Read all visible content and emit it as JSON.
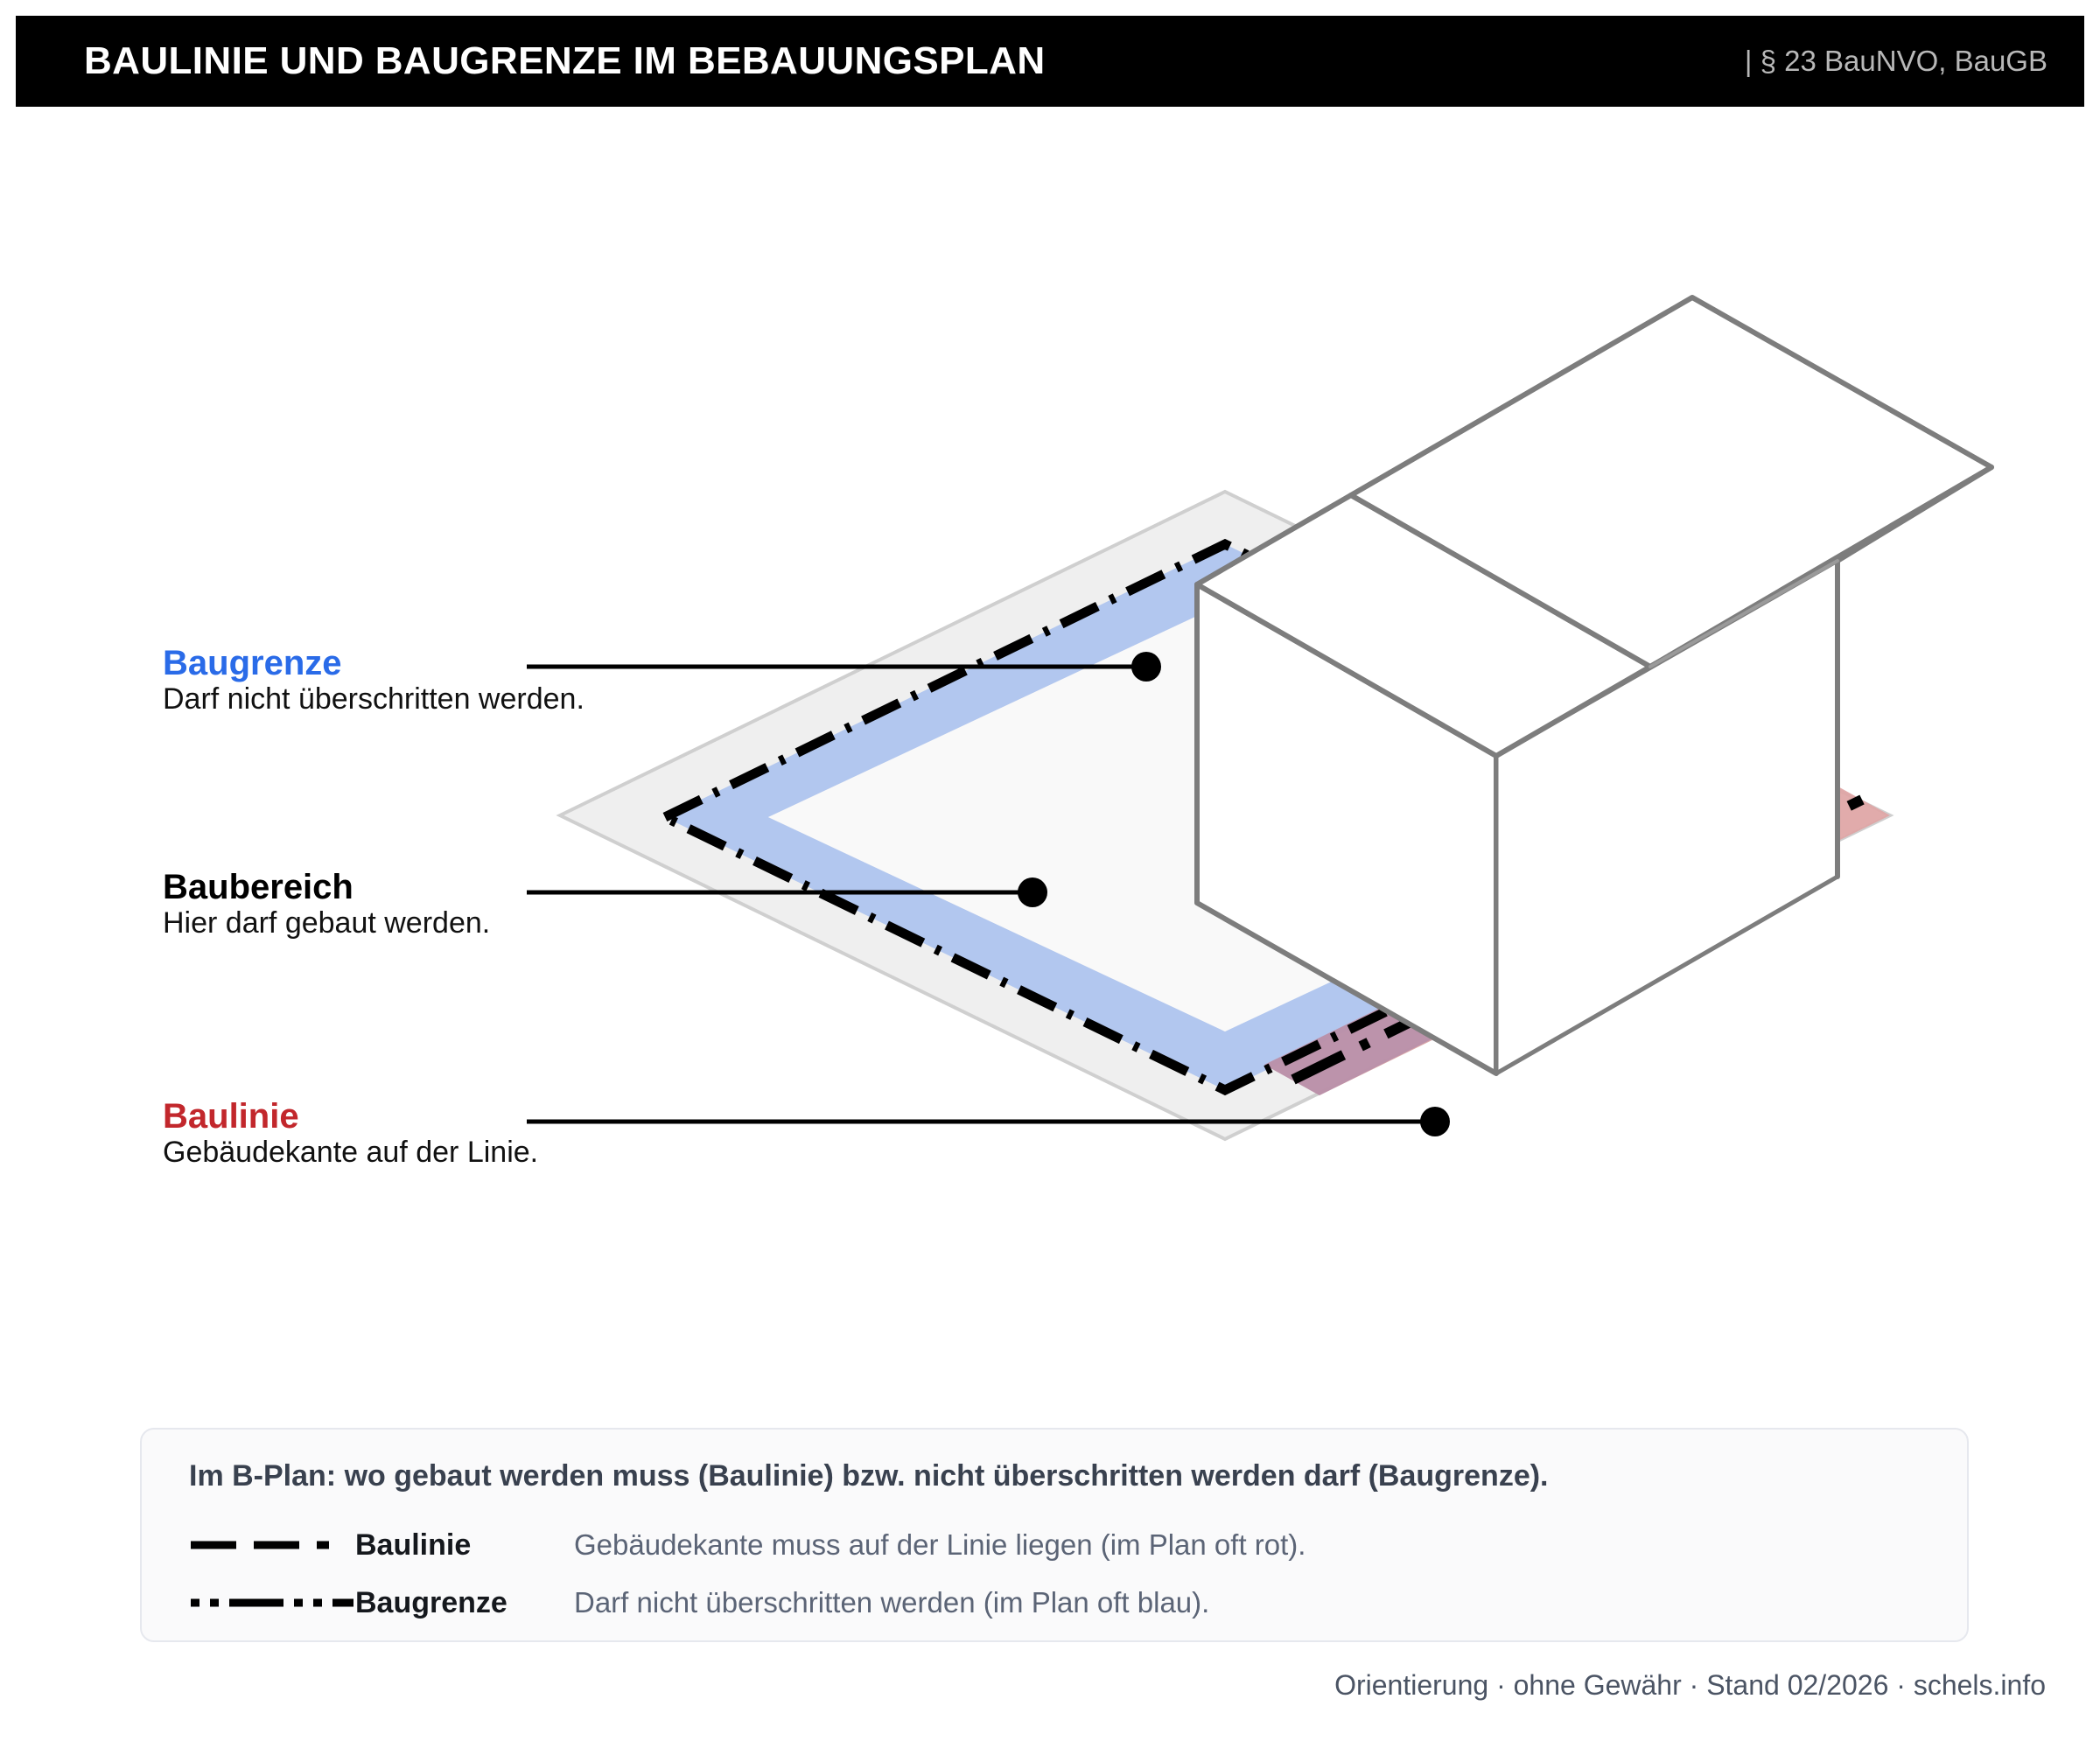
{
  "header": {
    "title": "BAULINIE UND BAUGRENZE IM BEBAUUNGSPLAN",
    "reference": "| § 23 BauNVO, BauGB"
  },
  "colors": {
    "accent_blue": "#2A6BE8",
    "accent_red": "#C2272C",
    "band_blue": "#AEC4EE",
    "band_red": "#DFA5A5",
    "band_overlap": "#A285AC",
    "plot_gray": "#EFEFEF",
    "buildable_gray": "#F9F9F9",
    "house_stroke": "#7D7D7D",
    "header_bg": "#000000"
  },
  "callouts": [
    {
      "key": "baugrenze",
      "title": "Baugrenze",
      "subtitle": "Darf nicht überschritten werden.",
      "color": "#2A6BE8"
    },
    {
      "key": "baubereich",
      "title": "Baubereich",
      "subtitle": "Hier darf gebaut werden.",
      "color": "#000000"
    },
    {
      "key": "baulinie",
      "title": "Baulinie",
      "subtitle": "Gebäudekante auf der Linie.",
      "color": "#C2272C"
    }
  ],
  "diagram": {
    "description": "Isometrische Darstellung eines Grundstücks mit Baubereich, umlaufender Baugrenze (blaues Band) und einer Baulinie (rotes Band) an der vorderen Grundstücksseite; das Haus steht mit seiner Gebäudekante auf der Baulinie.",
    "elements": [
      "plot-parcel",
      "baugrenze-band",
      "baulinie-band",
      "buildable-area",
      "house"
    ]
  },
  "legend": {
    "headline": "Im B-Plan: wo gebaut werden muss (Baulinie) bzw. nicht überschritten werden darf (Baugrenze).",
    "rows": [
      {
        "pattern": "dash-dash-dot",
        "term": "Baulinie",
        "description": "Gebäudekante muss auf der Linie liegen (im Plan oft rot)."
      },
      {
        "pattern": "dash-dot-dash-dot",
        "term": "Baugrenze",
        "description": "Darf nicht überschritten werden (im Plan oft blau)."
      }
    ]
  },
  "footer": {
    "text": "Orientierung · ohne Gewähr · Stand 02/2026 · schels.info"
  }
}
